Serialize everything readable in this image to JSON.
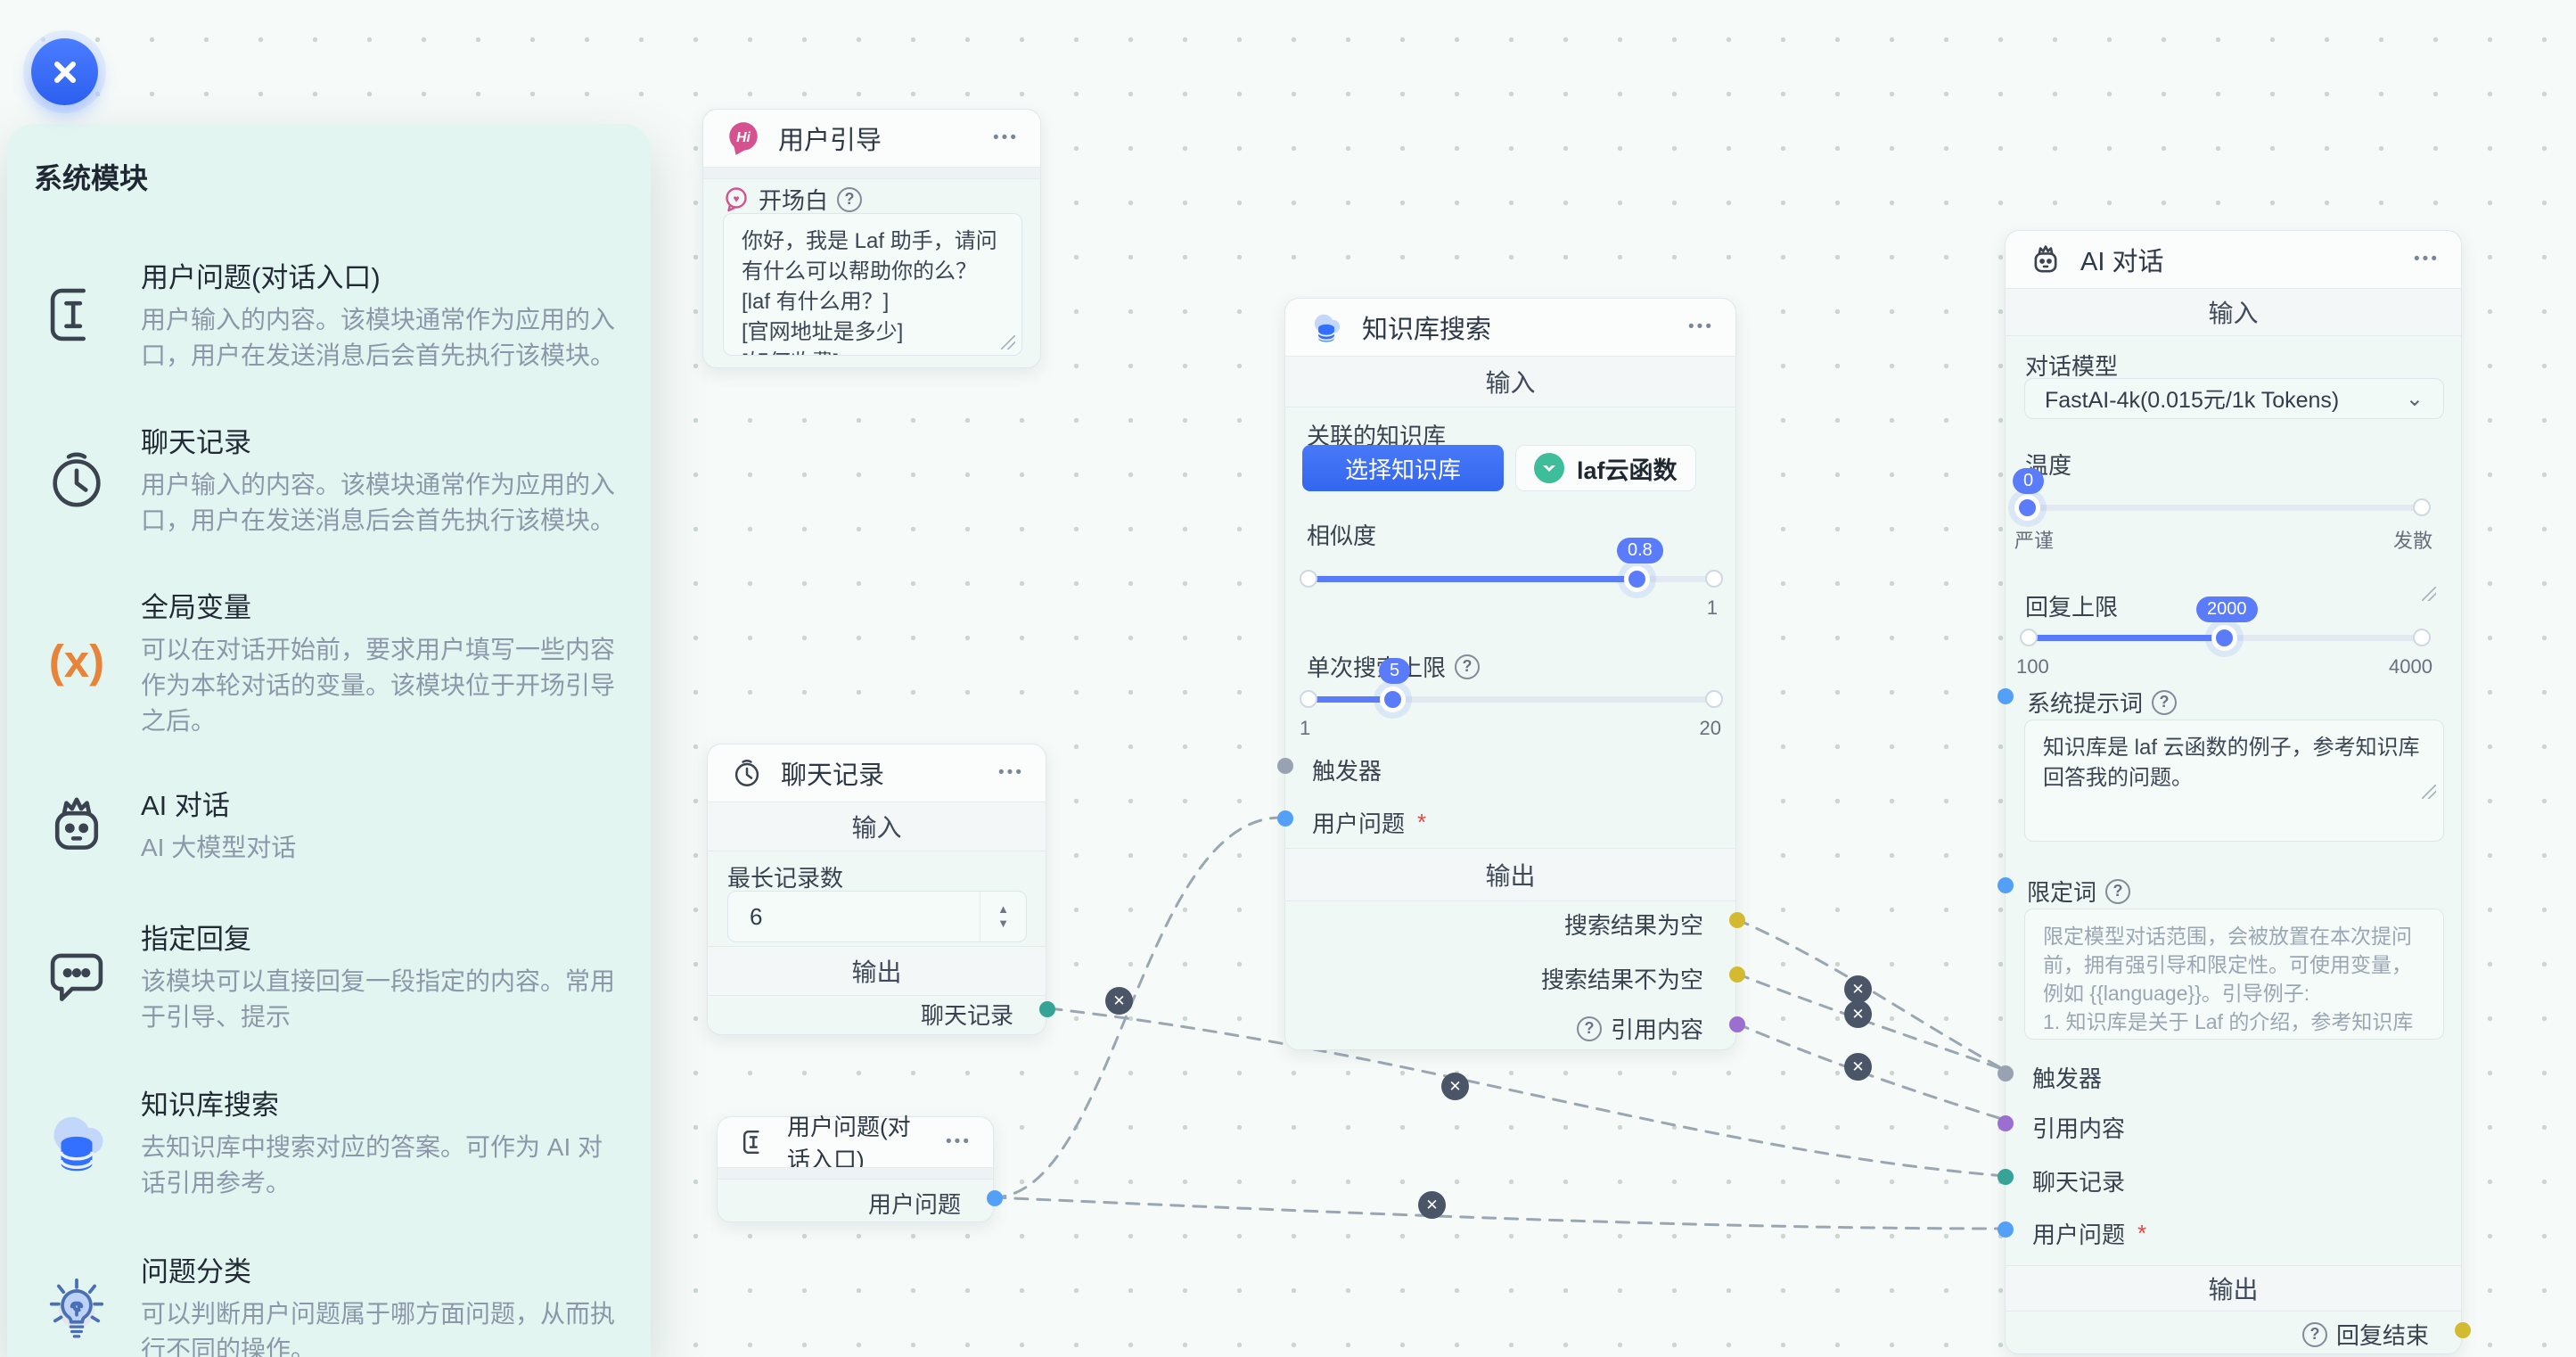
{
  "ui": {
    "ellipsis": "•••",
    "question_mark": "?",
    "required_mark": "*",
    "select_chevron": "⌄",
    "stepper_up": "▲",
    "stepper_down": "▼"
  },
  "colors": {
    "accent_blue": "#3370ff",
    "slider_blue": "#5b7cfa",
    "close_button_blue": "#3366ef",
    "sidebar_bg": "#e2f5f0",
    "node_bg": "#eff8f5",
    "edge_gray": "#9aa7b2",
    "port_gray": "#98a2b3",
    "port_blue": "#54a0f8",
    "port_teal": "#35a496",
    "port_yellow": "#d3ba31",
    "port_purple": "#9a6fd0",
    "laf_green": "#3dbd99",
    "guide_pink": "#d6518f",
    "variable_orange": "#e8833a"
  },
  "sidebar": {
    "title": "系统模块",
    "items": [
      {
        "title": "用户问题(对话入口)",
        "desc": "用户输入的内容。该模块通常作为应用的入口，用户在发送消息后会首先执行该模块。",
        "icon": "text-cursor-icon"
      },
      {
        "title": "聊天记录",
        "desc": "用户输入的内容。该模块通常作为应用的入口，用户在发送消息后会首先执行该模块。",
        "icon": "clock-icon"
      },
      {
        "title": "全局变量",
        "desc": "可以在对话开始前，要求用户填写一些内容作为本轮对话的变量。该模块位于开场引导之后。",
        "icon": "variable-icon"
      },
      {
        "title": "AI 对话",
        "desc": "AI 大模型对话",
        "icon": "robot-icon"
      },
      {
        "title": "指定回复",
        "desc": "该模块可以直接回复一段指定的内容。常用于引导、提示",
        "icon": "reply-bubble-icon"
      },
      {
        "title": "知识库搜索",
        "desc": "去知识库中搜索对应的答案。可作为 AI 对话引用参考。",
        "icon": "knowledge-base-icon"
      },
      {
        "title": "问题分类",
        "desc": "可以判断用户问题属于哪方面问题，从而执行不同的操作。",
        "icon": "lightbulb-icon"
      }
    ]
  },
  "nodes": {
    "user_guide": {
      "title": "用户引导",
      "opening_label": "开场白",
      "opening_text": "你好，我是 Laf 助手，请问有什么可以帮助你的么？\n[laf 有什么用？]\n[官网地址是多少]\n[如何收费]"
    },
    "chat_history": {
      "title": "聊天记录",
      "input_section": "输入",
      "max_records_label": "最长记录数",
      "max_records_value": "6",
      "output_section": "输出",
      "output_label": "聊天记录"
    },
    "user_question": {
      "title": "用户问题(对话入口)",
      "output_label": "用户问题"
    },
    "kb_search": {
      "title": "知识库搜索",
      "input_section": "输入",
      "kb_label": "关联的知识库",
      "select_button": "选择知识库",
      "kb_tag": "laf云函数",
      "similarity_label": "相似度",
      "similarity_value": "0.8",
      "similarity_max_label": "1",
      "search_limit_label": "单次搜索上限",
      "search_limit_value": "5",
      "search_limit_min_label": "1",
      "search_limit_max_label": "20",
      "trigger_label": "触发器",
      "question_label": "用户问题",
      "output_section": "输出",
      "output_empty": "搜索结果为空",
      "output_not_empty": "搜索结果不为空",
      "output_quote": "引用内容"
    },
    "ai_chat": {
      "title": "AI 对话",
      "input_section": "输入",
      "model_label": "对话模型",
      "model_value": "FastAI-4k(0.015元/1k Tokens)",
      "temperature_label": "温度",
      "temperature_value": "0",
      "temperature_min_label": "严谨",
      "temperature_max_label": "发散",
      "max_tokens_label": "回复上限",
      "max_tokens_value": "2000",
      "max_tokens_min_label": "100",
      "max_tokens_max_label": "4000",
      "system_prompt_label": "系统提示词",
      "system_prompt_text": "知识库是 laf 云函数的例子，参考知识库回答我的问题。",
      "limit_prompt_label": "限定词",
      "limit_prompt_placeholder": "限定模型对话范围，会被放置在本次提问前，拥有强引导和限定性。可使用变量，例如 {{language}}。引导例子:\n1. 知识库是关于 Laf 的介绍，参考知识库回答问题，与 \"Laf\" 无关内容，直接回复: \"我不知道\"。\n2. 你仅回答关于 \"xxx\" 的问题，其他问题回复: \"xxxx\"",
      "trigger_label": "触发器",
      "quote_label": "引用内容",
      "history_label": "聊天记录",
      "question_label": "用户问题",
      "output_section": "输出",
      "output_done_label": "回复结束"
    }
  }
}
